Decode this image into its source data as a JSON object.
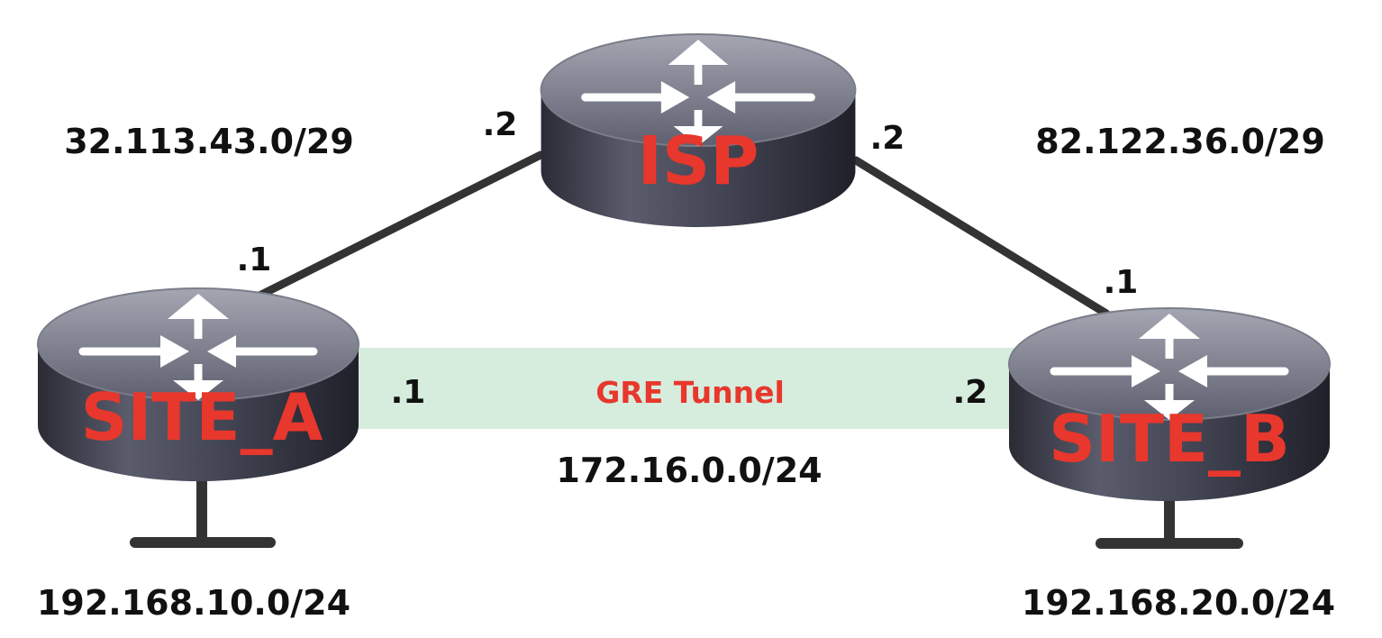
{
  "routers": {
    "isp": {
      "name": "ISP"
    },
    "site_a": {
      "name": "SITE_A"
    },
    "site_b": {
      "name": "SITE_B"
    }
  },
  "networks": {
    "wan_a": "32.113.43.0/29",
    "wan_b": "82.122.36.0/29",
    "tunnel": "172.16.0.0/24",
    "lan_a": "192.168.10.0/24",
    "lan_b": "192.168.20.0/24"
  },
  "interfaces": {
    "isp_to_a": ".2",
    "isp_to_b": ".2",
    "a_wan": ".1",
    "b_wan": ".1",
    "a_tunnel": ".1",
    "b_tunnel": ".2"
  },
  "tunnel": {
    "label": "GRE Tunnel"
  },
  "colors": {
    "router_label": "#e8372c",
    "tunnel_fill": "#d6ecdd",
    "link": "#333333",
    "text": "#111111"
  }
}
